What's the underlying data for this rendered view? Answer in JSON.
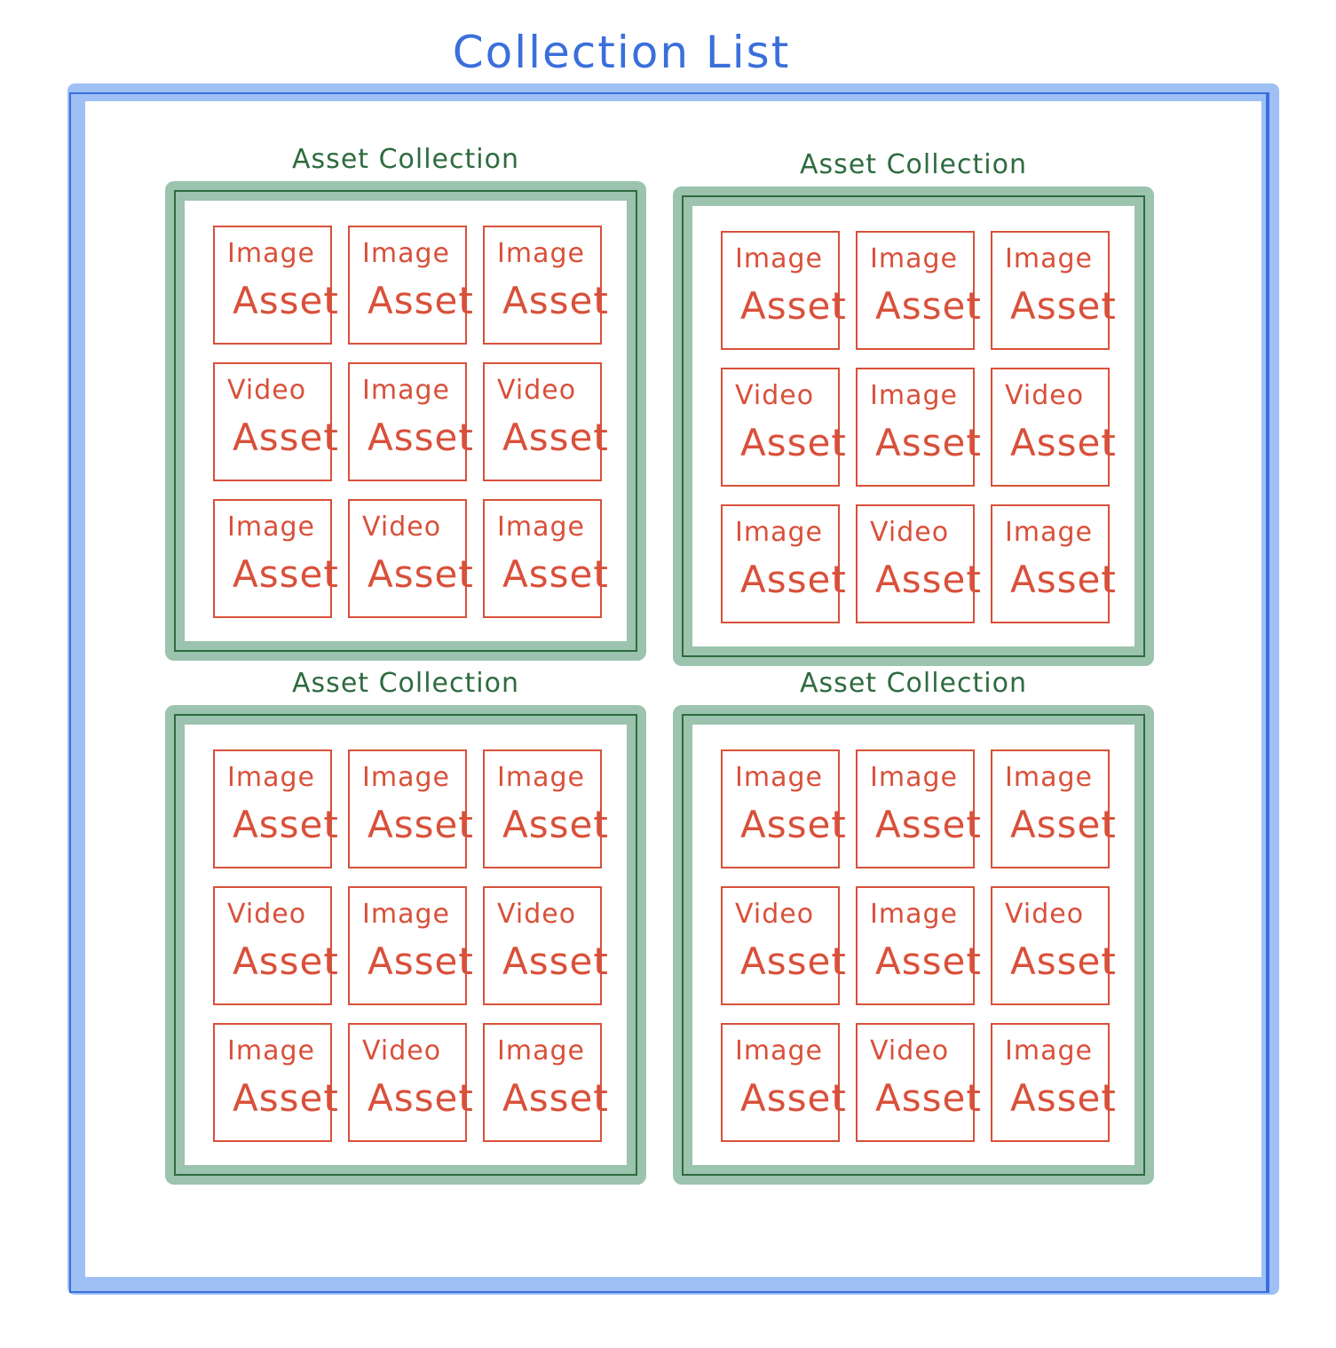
{
  "title": "Collection List",
  "colors": {
    "list_border": "#9ec0f5",
    "list_line": "#3a6fdc",
    "collection_border": "#9bc3ad",
    "collection_line": "#2e6b3f",
    "asset_color": "#d9503a"
  },
  "collections": [
    {
      "label": "Asset Collection",
      "assets": [
        {
          "kind": "Image",
          "word": "Asset"
        },
        {
          "kind": "Image",
          "word": "Asset"
        },
        {
          "kind": "Image",
          "word": "Asset"
        },
        {
          "kind": "Video",
          "word": "Asset"
        },
        {
          "kind": "Image",
          "word": "Asset"
        },
        {
          "kind": "Video",
          "word": "Asset"
        },
        {
          "kind": "Image",
          "word": "Asset"
        },
        {
          "kind": "Video",
          "word": "Asset"
        },
        {
          "kind": "Image",
          "word": "Asset"
        }
      ]
    },
    {
      "label": "Asset Collection",
      "assets": [
        {
          "kind": "Image",
          "word": "Asset"
        },
        {
          "kind": "Image",
          "word": "Asset"
        },
        {
          "kind": "Image",
          "word": "Asset"
        },
        {
          "kind": "Video",
          "word": "Asset"
        },
        {
          "kind": "Image",
          "word": "Asset"
        },
        {
          "kind": "Video",
          "word": "Asset"
        },
        {
          "kind": "Image",
          "word": "Asset"
        },
        {
          "kind": "Video",
          "word": "Asset"
        },
        {
          "kind": "Image",
          "word": "Asset"
        }
      ]
    },
    {
      "label": "Asset Collection",
      "assets": [
        {
          "kind": "Image",
          "word": "Asset"
        },
        {
          "kind": "Image",
          "word": "Asset"
        },
        {
          "kind": "Image",
          "word": "Asset"
        },
        {
          "kind": "Video",
          "word": "Asset"
        },
        {
          "kind": "Image",
          "word": "Asset"
        },
        {
          "kind": "Video",
          "word": "Asset"
        },
        {
          "kind": "Image",
          "word": "Asset"
        },
        {
          "kind": "Video",
          "word": "Asset"
        },
        {
          "kind": "Image",
          "word": "Asset"
        }
      ]
    },
    {
      "label": "Asset Collection",
      "assets": [
        {
          "kind": "Image",
          "word": "Asset"
        },
        {
          "kind": "Image",
          "word": "Asset"
        },
        {
          "kind": "Image",
          "word": "Asset"
        },
        {
          "kind": "Video",
          "word": "Asset"
        },
        {
          "kind": "Image",
          "word": "Asset"
        },
        {
          "kind": "Video",
          "word": "Asset"
        },
        {
          "kind": "Image",
          "word": "Asset"
        },
        {
          "kind": "Video",
          "word": "Asset"
        },
        {
          "kind": "Image",
          "word": "Asset"
        }
      ]
    }
  ]
}
